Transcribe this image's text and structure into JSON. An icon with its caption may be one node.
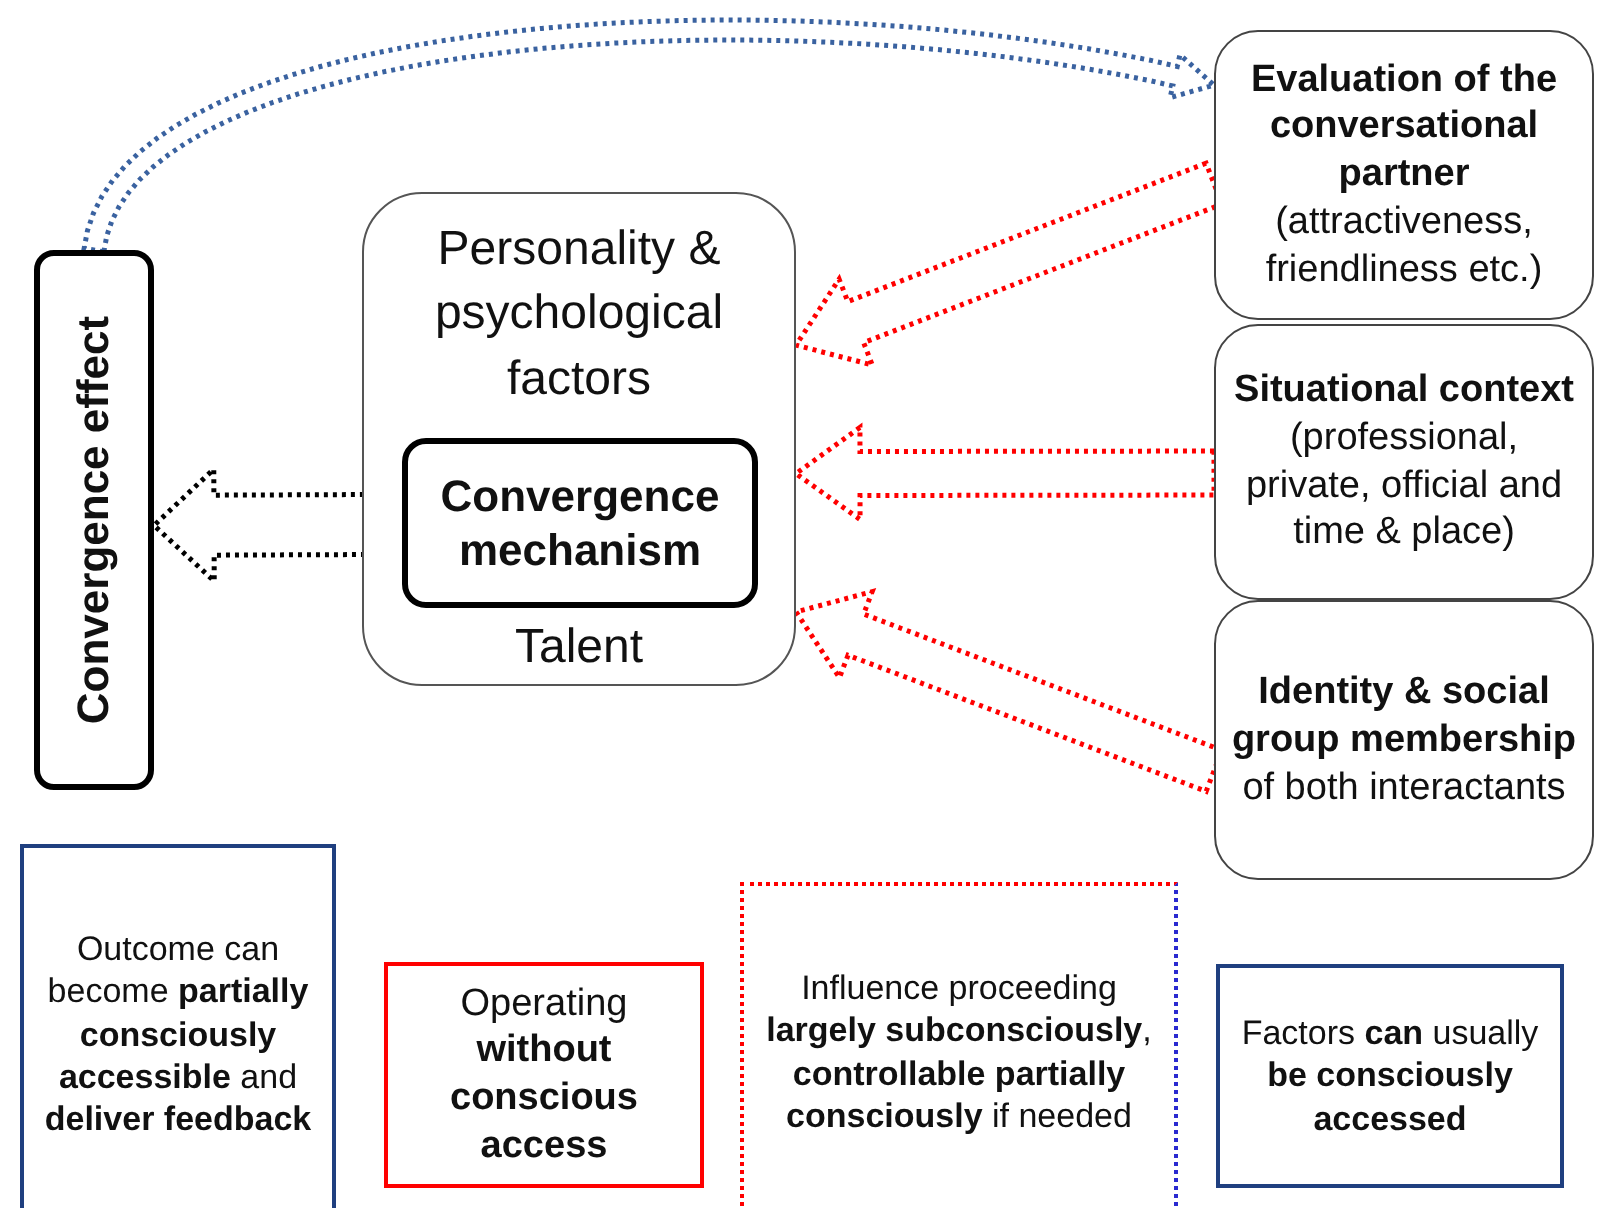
{
  "diagram": {
    "nodes": [
      {
        "text": [
          "Convergence effect"
        ]
      },
      {
        "text": [
          "Personality & psychological factors",
          "Talent"
        ]
      },
      {
        "text": [
          "Convergence mechanism"
        ],
        "in": 1
      },
      {
        "text": [
          "Evaluation of the conversational partner",
          "(attractiveness, friendliness etc.)"
        ]
      },
      {
        "text": [
          "Situational context",
          "(professional, private, official and time & place)"
        ]
      },
      {
        "text": [
          "**Identity & social group membership** of both interactants"
        ]
      },
      {
        "text": [
          "Outcome can become **partially consciously accessible** and **deliver feedback**"
        ]
      },
      {
        "text": [
          "Operating **without conscious access**"
        ]
      },
      {
        "text": [
          "Influence proceeding **largely subconsciously**, **controllable partially consciously** if needed"
        ]
      },
      {
        "text": [
          "Factors **can** usually **be consciously accessed**"
        ]
      }
    ],
    "edges": [
      {
        "from": 2,
        "to": 0,
        "arrow": "to",
        "color": "#000000"
      },
      {
        "from": 0,
        "to": 3,
        "arrow": "to",
        "color": "#3a62a0"
      },
      {
        "from": 3,
        "to": 1,
        "arrow": "to"
      },
      {
        "from": 4,
        "to": 1,
        "arrow": "to"
      },
      {
        "from": 5,
        "to": 1,
        "arrow": "to"
      }
    ]
  }
}
